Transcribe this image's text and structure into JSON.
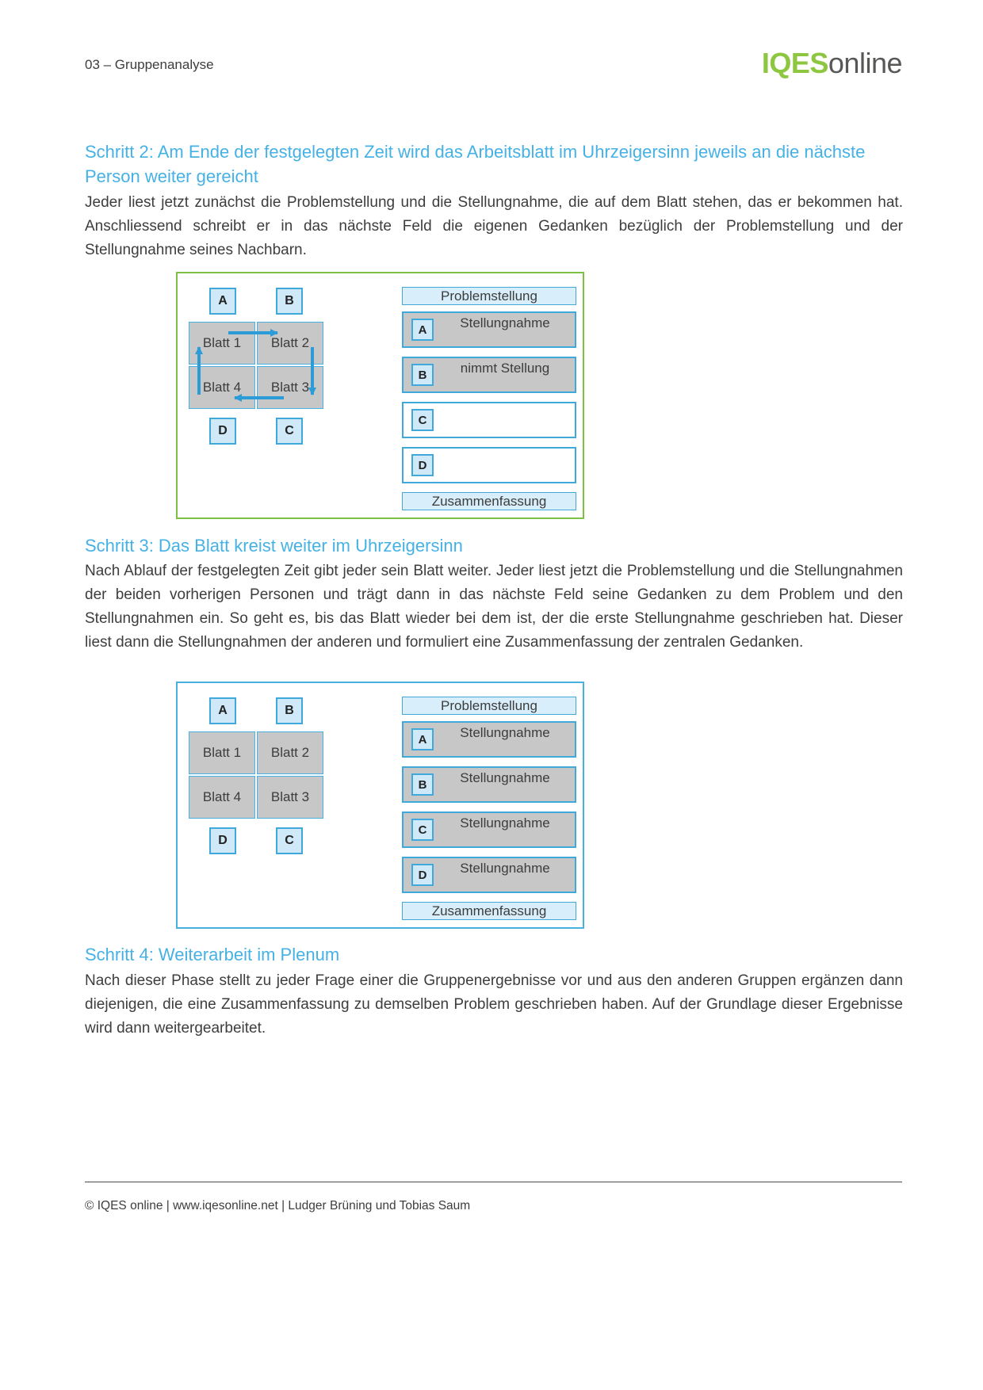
{
  "header": {
    "doc_title": "03 – Gruppenanalyse",
    "logo": {
      "iqes": "IQES",
      "online": "online"
    }
  },
  "steps": {
    "schritt2": {
      "heading": "Schritt 2:  Am Ende der festgelegten Zeit wird das Arbeitsblatt im Uhrzeigersinn jeweils an die nächste Person weiter gereicht",
      "body": "Jeder liest jetzt zunächst die Problemstellung und die Stellungnahme, die auf dem Blatt stehen, das er bekommen hat. Anschliessend schreibt er in das nächste Feld die eigenen Gedanken bezüglich der Problemstellung und der Stellungnahme seines Nachbarn."
    },
    "schritt3": {
      "heading": "Schritt 3: Das Blatt kreist weiter im Uhrzeigersinn",
      "body": "Nach Ablauf der festgelegten Zeit gibt jeder sein Blatt weiter. Jeder liest jetzt die Problemstellung und die Stellungnahmen der beiden vorherigen Personen und trägt dann in das nächste Feld seine Gedanken zu dem Problem und den Stellungnahmen ein. So geht es, bis das Blatt wieder bei dem ist, der die erste Stellungnahme geschrieben hat. Dieser liest dann die Stellungnahmen der anderen und formuliert eine Zusammenfassung der zentralen Gedanken."
    },
    "schritt4": {
      "heading": "Schritt 4: Weiterarbeit im Plenum",
      "body": "Nach dieser Phase stellt zu jeder Frage einer die Gruppenergebnisse vor und aus den anderen Gruppen ergänzen dann diejenigen, die eine Zusammenfassung zu demselben Problem geschrieben haben. Auf der Grundlage dieser Ergebnisse wird dann weitergearbeitet."
    }
  },
  "diagram1": {
    "persons": {
      "top_left": "A",
      "top_right": "B",
      "bottom_left": "D",
      "bottom_right": "C"
    },
    "sheets": {
      "top_left": "Blatt 1",
      "top_right": "Blatt 2",
      "bottom_left": "Blatt 4",
      "bottom_right": "Blatt 3"
    },
    "worksheet": {
      "header": "Problemstellung",
      "rows": [
        {
          "letter": "A",
          "text": "Stellungnahme"
        },
        {
          "letter": "B",
          "text": "nimmt Stellung"
        },
        {
          "letter": "C",
          "text": ""
        },
        {
          "letter": "D",
          "text": ""
        }
      ],
      "footer": "Zusammenfassung"
    }
  },
  "diagram2": {
    "persons": {
      "top_left": "A",
      "top_right": "B",
      "bottom_left": "D",
      "bottom_right": "C"
    },
    "sheets": {
      "top_left": "Blatt 1",
      "top_right": "Blatt 2",
      "bottom_left": "Blatt 4",
      "bottom_right": "Blatt 3"
    },
    "worksheet": {
      "header": "Problemstellung",
      "rows": [
        {
          "letter": "A",
          "text": "Stellungnahme"
        },
        {
          "letter": "B",
          "text": "Stellungnahme"
        },
        {
          "letter": "C",
          "text": "Stellungnahme"
        },
        {
          "letter": "D",
          "text": "Stellungnahme"
        }
      ],
      "footer": "Zusammenfassung"
    }
  },
  "footer": {
    "text": "© IQES online | www.iqesonline.net | Ludger Brüning und Tobias Saum"
  },
  "colors": {
    "heading_blue": "#45b1e5",
    "accent_blue": "#3fa9dc",
    "light_blue_fill": "#d8eefa",
    "chip_fill": "#cfe9f8",
    "gray_fill": "#c7c7c7",
    "green_border": "#7cc142",
    "arrow_blue": "#2b9cd8",
    "logo_green": "#8dc63f",
    "logo_gray": "#575756",
    "text": "#3d3d3d"
  }
}
